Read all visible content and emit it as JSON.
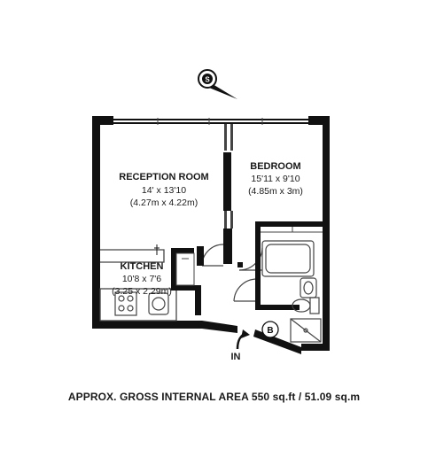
{
  "compass": {
    "icon": "compass-north-icon",
    "symbol": "S"
  },
  "rooms": {
    "reception": {
      "title": "RECEPTION ROOM",
      "imperial": "14' x 13'10",
      "metric": "(4.27m x 4.22m)"
    },
    "bedroom": {
      "title": "BEDROOM",
      "imperial": "15'11 x 9'10",
      "metric": "(4.85m x 3m)"
    },
    "kitchen": {
      "title": "KITCHEN",
      "imperial": "10'8 x 7'6",
      "metric": "(3.25 x 2.29m)"
    }
  },
  "boiler_label": "B",
  "entrance_label": "IN",
  "area_text": "APPROX. GROSS INTERNAL AREA 550 sq.ft / 51.09 sq.m",
  "colors": {
    "wall": "#111111",
    "line": "#444444",
    "background": "#ffffff"
  }
}
